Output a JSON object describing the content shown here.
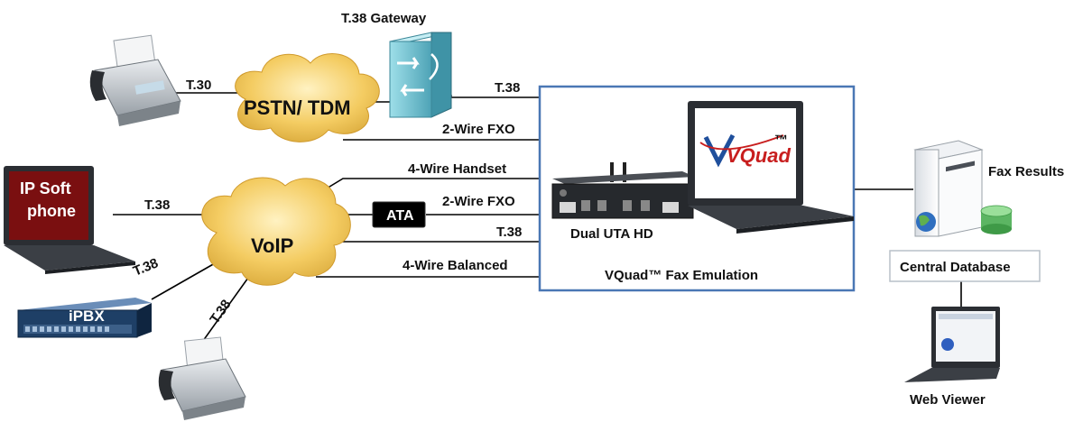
{
  "labels": {
    "t38_gateway": "T.38 Gateway",
    "pstn": "PSTN/ TDM",
    "voip": "VoIP",
    "t30": "T.30",
    "t38_top": "T.38",
    "fxo_top": "2-Wire FXO",
    "handset": "4-Wire Handset",
    "fxo_ata": "2-Wire FXO",
    "t38_mid": "T.38",
    "balanced": "4-Wire Balanced",
    "ata": "ATA",
    "ip_soft_line1": "IP Soft",
    "ip_soft_line2": "phone",
    "t38_soft": "T.38",
    "t38_ipbx": "T.38",
    "ipbx": "iPBX",
    "t38_fax": "T.38",
    "dual_uta": "Dual UTA HD",
    "vquad_logo": "VQuad",
    "tm": "™",
    "emulation": "VQuad™  Fax  Emulation",
    "fax_results": "Fax Results",
    "central_db": "Central Database",
    "web_viewer": "Web Viewer"
  },
  "colors": {
    "cloud": "#f1c55a",
    "frame": "#4a77b4",
    "soft_screen": "#7a0f10",
    "ipbx_body": "#1e3f66",
    "gateway": "#8fd3e0",
    "db": "#63b96a"
  }
}
